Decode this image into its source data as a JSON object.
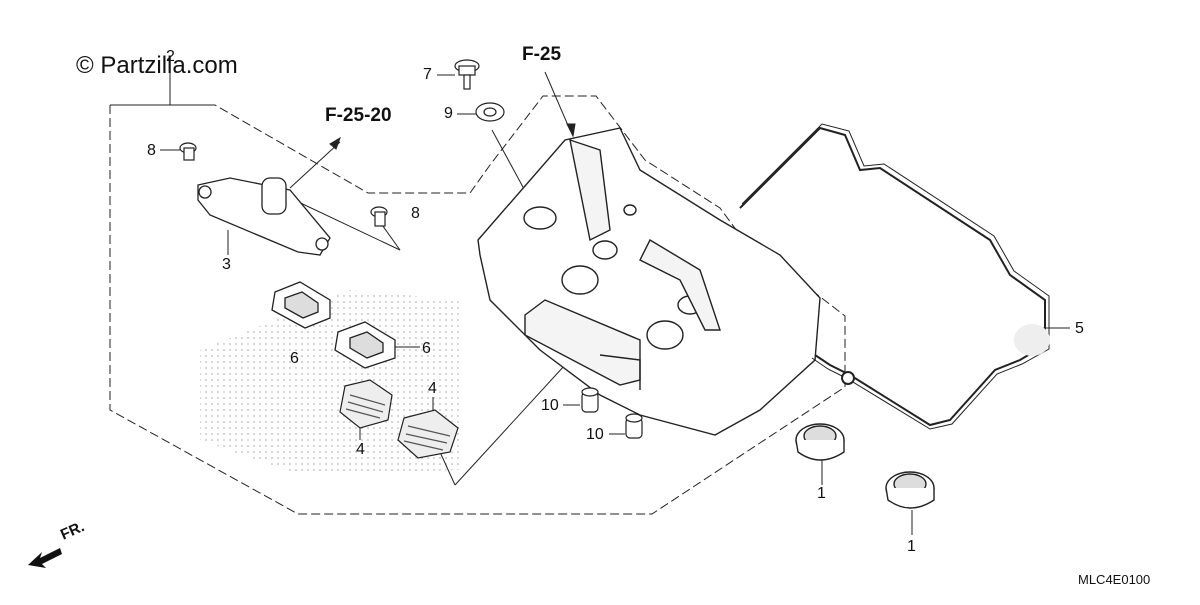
{
  "watermark": "© Partzilla.com",
  "references": {
    "f25": "F-25",
    "f2520": "F-25-20"
  },
  "callouts": {
    "n1a": "1",
    "n1b": "1",
    "n2": "2",
    "n3": "3",
    "n4a": "4",
    "n4b": "4",
    "n5": "5",
    "n6a": "6",
    "n6b": "6",
    "n7": "7",
    "n8a": "8",
    "n8b": "8",
    "n9": "9",
    "n10a": "10",
    "n10b": "10"
  },
  "front_label": "FR.",
  "diagram_code": "MLC4E0100",
  "icons": [
    "front-arrow-icon"
  ]
}
